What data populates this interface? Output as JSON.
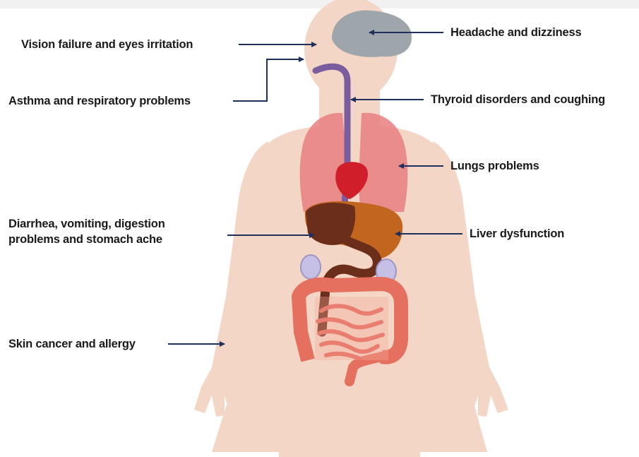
{
  "labels": {
    "headache": "Headache and dizziness",
    "vision": "Vision failure and eyes irritation",
    "asthma": "Asthma and respiratory problems",
    "thyroid": "Thyroid disorders and coughing",
    "lungs": "Lungs problems",
    "digestion_line1": "Diarrhea, vomiting, digestion",
    "digestion_line2": "problems and stomach ache",
    "liver": "Liver dysfunction",
    "skin": "Skin cancer and allergy"
  },
  "colors": {
    "body": "#f3d6c5",
    "brain": "#9ea6ab",
    "lungs": "#e77f80",
    "heart": "#d01f2a",
    "esophagus": "#7a5d9e",
    "liver": "#c2661f",
    "stomach": "#6b2e1a",
    "intestine": "#e5705f",
    "kidney": "#c6c0e6",
    "arrow": "#1f2f5c"
  }
}
